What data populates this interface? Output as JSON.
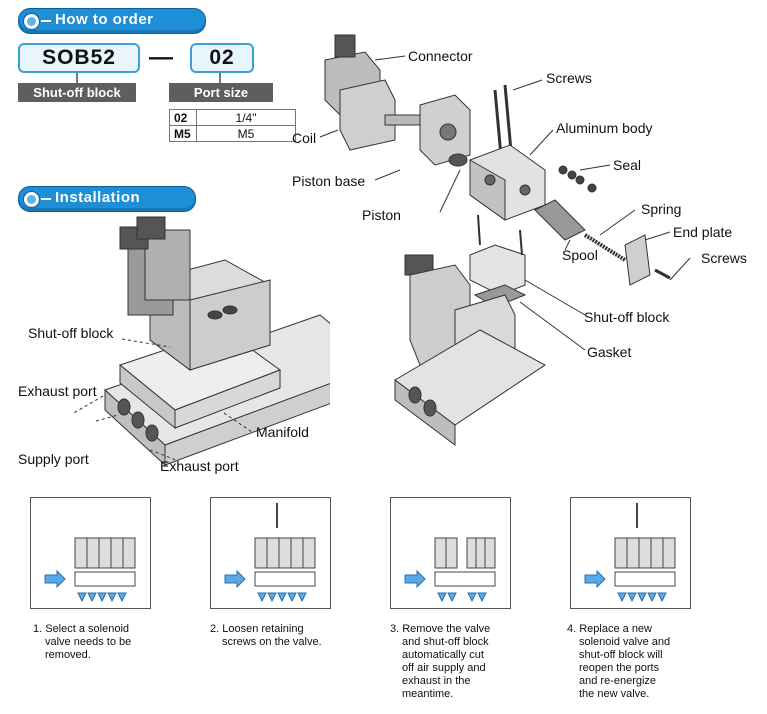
{
  "how_to_order": {
    "title": "How to order",
    "model_code": "SOB52",
    "separator": "—",
    "size_code": "02",
    "model_label": "Shut-off block",
    "size_label": "Port size",
    "port_sizes": [
      {
        "code": "02",
        "size": "1/4\""
      },
      {
        "code": "M5",
        "size": "M5"
      }
    ]
  },
  "installation": {
    "title": "Installation",
    "left_labels": {
      "shutoff_block": "Shut-off block",
      "exhaust_port_1": "Exhaust port",
      "supply_port": "Supply port",
      "exhaust_port_2": "Exhaust port",
      "manifold": "Manifold"
    }
  },
  "exploded_view": {
    "connector": "Connector",
    "screws_top": "Screws",
    "aluminum_body": "Aluminum body",
    "coil": "Coil",
    "seal": "Seal",
    "piston_base": "Piston base",
    "spring": "Spring",
    "end_plate": "End plate",
    "piston": "Piston",
    "spool": "Spool",
    "screws_right": "Screws",
    "shutoff_block": "Shut-off block",
    "gasket": "Gasket"
  },
  "steps": [
    {
      "lines": [
        "1. Select a solenoid",
        "valve needs to be",
        "removed."
      ]
    },
    {
      "lines": [
        "2. Loosen retaining",
        "screws on the valve."
      ]
    },
    {
      "lines": [
        "3. Remove the valve",
        "and shut-off block",
        "automatically cut",
        "off air supply and",
        "exhaust in the",
        "meantime."
      ]
    },
    {
      "lines": [
        "4. Replace a new",
        "solenoid valve and",
        "shut-off block will",
        "reopen the ports",
        "and re-energize",
        "the new valve."
      ]
    }
  ],
  "colors": {
    "accent": "#1e8fd6",
    "code_border": "#3e9fdd",
    "label_bg": "#5e5e5e",
    "arrow": "#5aa9e6"
  }
}
